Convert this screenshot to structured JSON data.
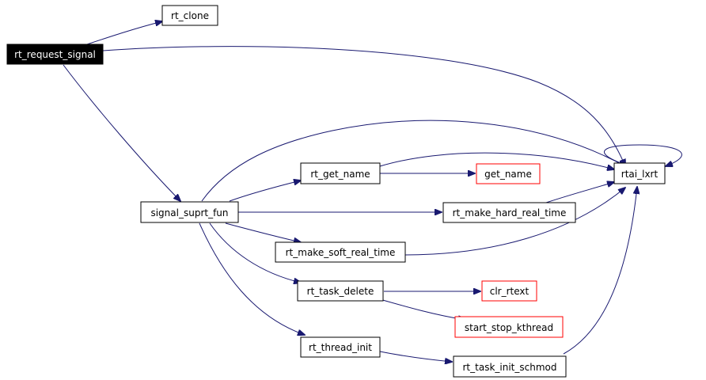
{
  "colors": {
    "edge": "#191970",
    "node_border_default": "#000000",
    "node_border_truncated": "#ff0000",
    "root_fill": "#000000",
    "root_text": "#ffffff"
  },
  "nodes": {
    "rt_request_signal": "rt_request_signal",
    "rt_clone": "rt_clone",
    "signal_suprt_fun": "signal_suprt_fun",
    "rt_get_name": "rt_get_name",
    "get_name": "get_name",
    "rt_make_hard_real_time": "rt_make_hard_real_time",
    "rt_make_soft_real_time": "rt_make_soft_real_time",
    "rt_task_delete": "rt_task_delete",
    "clr_rtext": "clr_rtext",
    "start_stop_kthread": "start_stop_kthread",
    "rt_thread_init": "rt_thread_init",
    "rt_task_init_schmod": "rt_task_init_schmod",
    "rtai_lxrt": "rtai_lxrt"
  },
  "edges": [
    {
      "from": "rt_request_signal",
      "to": "rt_clone"
    },
    {
      "from": "rt_request_signal",
      "to": "rtai_lxrt"
    },
    {
      "from": "rt_request_signal",
      "to": "signal_suprt_fun"
    },
    {
      "from": "signal_suprt_fun",
      "to": "rtai_lxrt"
    },
    {
      "from": "signal_suprt_fun",
      "to": "rt_get_name"
    },
    {
      "from": "signal_suprt_fun",
      "to": "rt_make_hard_real_time"
    },
    {
      "from": "signal_suprt_fun",
      "to": "rt_make_soft_real_time"
    },
    {
      "from": "signal_suprt_fun",
      "to": "rt_task_delete"
    },
    {
      "from": "signal_suprt_fun",
      "to": "rt_thread_init"
    },
    {
      "from": "rt_get_name",
      "to": "rtai_lxrt"
    },
    {
      "from": "rt_get_name",
      "to": "get_name"
    },
    {
      "from": "rt_make_hard_real_time",
      "to": "rtai_lxrt"
    },
    {
      "from": "rt_make_soft_real_time",
      "to": "rtai_lxrt"
    },
    {
      "from": "rt_task_delete",
      "to": "clr_rtext"
    },
    {
      "from": "rt_task_delete",
      "to": "start_stop_kthread"
    },
    {
      "from": "rt_thread_init",
      "to": "rt_task_init_schmod"
    },
    {
      "from": "rt_task_init_schmod",
      "to": "rtai_lxrt"
    },
    {
      "from": "rtai_lxrt",
      "to": "rtai_lxrt"
    }
  ]
}
